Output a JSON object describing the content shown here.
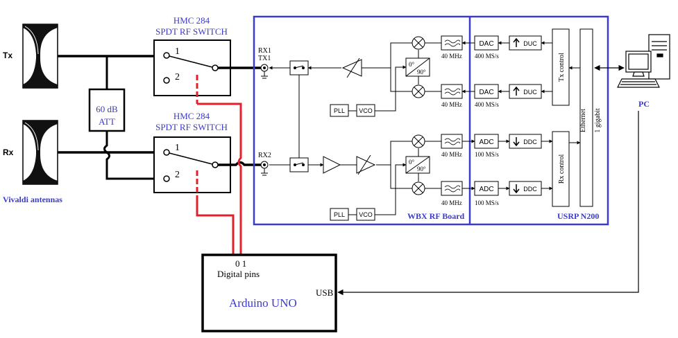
{
  "colors": {
    "blue": "#3a3ad0",
    "red": "#e0202a",
    "black": "#000000"
  },
  "antennas": {
    "tx_label": "Tx",
    "rx_label": "Rx",
    "caption": "Vivaldi antennas"
  },
  "attenuator": {
    "line1": "60 dB",
    "line2": "ATT"
  },
  "switch_top": {
    "title1": "HMC 284",
    "title2": "SPDT RF SWITCH",
    "port1": "1",
    "port2": "2"
  },
  "switch_bottom": {
    "title1": "HMC 284",
    "title2": "SPDT RF SWITCH",
    "port1": "1",
    "port2": "2"
  },
  "wbx": {
    "title": "WBX RF Board",
    "port_rx1": "RX1",
    "port_tx1": "TX1",
    "port_rx2": "RX2",
    "pll": "PLL",
    "vco": "VCO",
    "phase0": "0°",
    "phase90": "90°",
    "filter_label": "40 MHz"
  },
  "usrp": {
    "title": "USRP N200",
    "dac": "DAC",
    "adc": "ADC",
    "duc": "DUC",
    "ddc": "DDC",
    "dac_rate": "400 MS/s",
    "adc_rate": "100 MS/s",
    "tx_control": "Tx control",
    "rx_control": "Rx control",
    "ethernet1": "Ethernet",
    "ethernet2": "1 gigabit"
  },
  "pc": {
    "label": "PC",
    "icon": "desktop-computer-icon"
  },
  "arduino": {
    "title": "Arduino UNO",
    "pins": "0 1",
    "pins_label": "Digital pins",
    "usb": "USB"
  }
}
